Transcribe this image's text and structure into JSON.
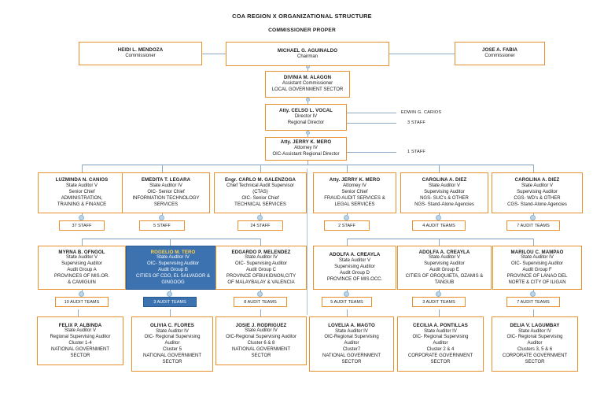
{
  "header": {
    "chart_title": "COA REGION X ORGANIZATIONAL STRUCTURE",
    "sub_title": "COMMISSIONER PROPER"
  },
  "top_row": [
    {
      "name": "HEIDI L. MENDOZA",
      "lines": [
        "Commissioner"
      ]
    },
    {
      "name": "MICHAEL G. AGUINALDO",
      "lines": [
        "Chairman"
      ]
    },
    {
      "name": "JOSE A. FABIA",
      "lines": [
        "Commissioner"
      ]
    }
  ],
  "spine": [
    {
      "name": "DIVINIA M. ALAGON",
      "lines": [
        "Assistant Commissioner",
        "LOCAL GOVERNMENT SECTOR"
      ],
      "side_labels": []
    },
    {
      "name": "Atty. CELSO L. VOCAL",
      "lines": [
        "Director IV",
        "Regional Director"
      ],
      "side_labels": [
        "EDWIN G. CARIOS",
        "3 STAFF"
      ]
    },
    {
      "name": "Atty. JERRY K. MERO",
      "lines": [
        "Attorney IV",
        "OIC-Assistant Regional Director"
      ],
      "side_labels": [
        "1 STAFF"
      ]
    }
  ],
  "row1": [
    {
      "name": "LUZMINDA N. CANIOS",
      "lines": [
        "State Auditor V",
        "Senior Chief",
        "ADMINISTRATION,",
        "TRAINING & FINANCE"
      ],
      "tag": "37 STAFF",
      "highlight": false
    },
    {
      "name": "EMEDITA T. LEGARA",
      "lines": [
        "State Auditor IV",
        "OIC- Senior Chief",
        "INFORMATION TECHNOLOGY",
        "SERVICES"
      ],
      "tag": "5 STAFF",
      "highlight": false
    },
    {
      "name": "Engr. CARLO M. GALENZOGA",
      "lines": [
        "Chief Technical Audit Supervisor",
        "(CTAS)",
        "OIC- Senior Chief",
        "TECHNICAL SERVICES"
      ],
      "tag": "24 STAFF",
      "highlight": false
    },
    {
      "name": "Atty. JERRY K. MERO",
      "lines": [
        "Attorney IV",
        "Senior Chief",
        "FRAUD AUDIT SERVICES &",
        "LEGAL SERVICES"
      ],
      "tag": "2 STAFF",
      "highlight": false
    },
    {
      "name": "CAROLINA A. DIEZ",
      "lines": [
        "State Auditor V",
        "Supervising Auditor",
        "NGS- SUC's & OTHER",
        "NGS- Stand-Alone Agencies"
      ],
      "tag": "4 AUDIT TEAMS",
      "highlight": false
    },
    {
      "name": "CAROLINA A. DIEZ",
      "lines": [
        "State Auditor V",
        "Supervising Auditor",
        "CGS- WD's & OTHER",
        "CGS- Stand-Alone Agencies"
      ],
      "tag": "7 AUDIT TEAMS",
      "highlight": false
    }
  ],
  "row2": [
    {
      "name": "MYRNA B. OFNGOL",
      "lines": [
        "State Auditor V",
        "Supervising Auditor",
        "Audit Group A",
        "PROVINCES OF MIS.OR.",
        "& CAMIGUIN"
      ],
      "tag": "10 AUDIT TEAMS",
      "highlight": false
    },
    {
      "name": "ROGELIO M. TERO",
      "lines": [
        "State Auditor IV",
        "OIC- Supervising Auditor",
        "Audit Group B",
        "CITIES OF CDO, EL SALVADOR &",
        "GINGOOG"
      ],
      "tag": "3 AUDIT TEAMS",
      "highlight": true
    },
    {
      "name": "EDGARDO P. MELENDEZ",
      "lines": [
        "State Auditor IV",
        "OIC- Supervising Auditor",
        "Audit Group C",
        "PROVINCE OFBUKIDNON,CITY",
        "OF MALAYBALAY & VALENCIA"
      ],
      "tag": "8 AUDIT TEAMS",
      "highlight": false
    },
    {
      "name": "ADOLFA A. CREAYLA",
      "lines": [
        "State Auditor V",
        "Supervising Auditor",
        "Audit Group D",
        "PROVINCE OF MIS.OCC."
      ],
      "tag": "5 AUDIT TEAMS",
      "highlight": false
    },
    {
      "name": "ADOLFA A. CREAYLA",
      "lines": [
        "State Auditor V",
        "Supervising Auditor",
        "Audit Group E",
        "CITIES OF OROQUIETA, OZAMIS &",
        "TANGUB"
      ],
      "tag": "3 AUDIT TEAMS",
      "highlight": false
    },
    {
      "name": "MARILOU C. MAMPAO",
      "lines": [
        "State Auditor IV",
        "OIC- Supervising Auditor",
        "Audit Group F",
        "PROVINCE OF LANAO DEL",
        "NORTE & CITY OF ILIGAN"
      ],
      "tag": "7 AUDIT TEAMS",
      "highlight": false
    }
  ],
  "row3": [
    {
      "name": "FELIX P. ALBINDA",
      "lines": [
        "State Auditor V",
        "Regional Supervising Auditor",
        "Cluster 1-4",
        "NATIONAL GOVERNMENT",
        "SECTOR"
      ]
    },
    {
      "name": "OLIVIA C. FLORES",
      "lines": [
        "State Auditor IV",
        "OIC- Regional Supervising",
        "Auditor",
        "Cluster 5",
        "NATIONAL GOVERNMENT",
        "SECTOR"
      ]
    },
    {
      "name": "JOSIE J. RODRIGUEZ",
      "lines": [
        "State Auditor IV",
        "OIC-Regional Supervising Auditor",
        "Cluster 6 & 8",
        "NATIONAL GOVERNMENT",
        "SECTOR"
      ]
    },
    {
      "name": "LOVELIA A. MAGTO",
      "lines": [
        "State Auditor IV",
        "OIC-Regional Supervising",
        "Auditor",
        "Cluster7",
        "NATIONAL GOVERNMENT",
        "SECTOR"
      ]
    },
    {
      "name": "CECILIA A. PONTILLAS",
      "lines": [
        "State Auditor IV",
        "OIC- Regional Supervising",
        "Auditor",
        "Cluster 2 & 4",
        "CORPORATE GOVERNMENT",
        "SECTOR"
      ]
    },
    {
      "name": "DELIA V. LAGUMBAY",
      "lines": [
        "State Auditor IV",
        "OIC- Regional Supervising",
        "Auditor",
        "Clusters 3, 5 & 6",
        "CORPORATE GOVERNMENT",
        "SECTOR"
      ]
    }
  ],
  "colors": {
    "box_border": "#E8902B",
    "highlight_fill": "#3B72AF",
    "highlight_name": "#FFD24A",
    "connector": "#8DA9C4"
  }
}
